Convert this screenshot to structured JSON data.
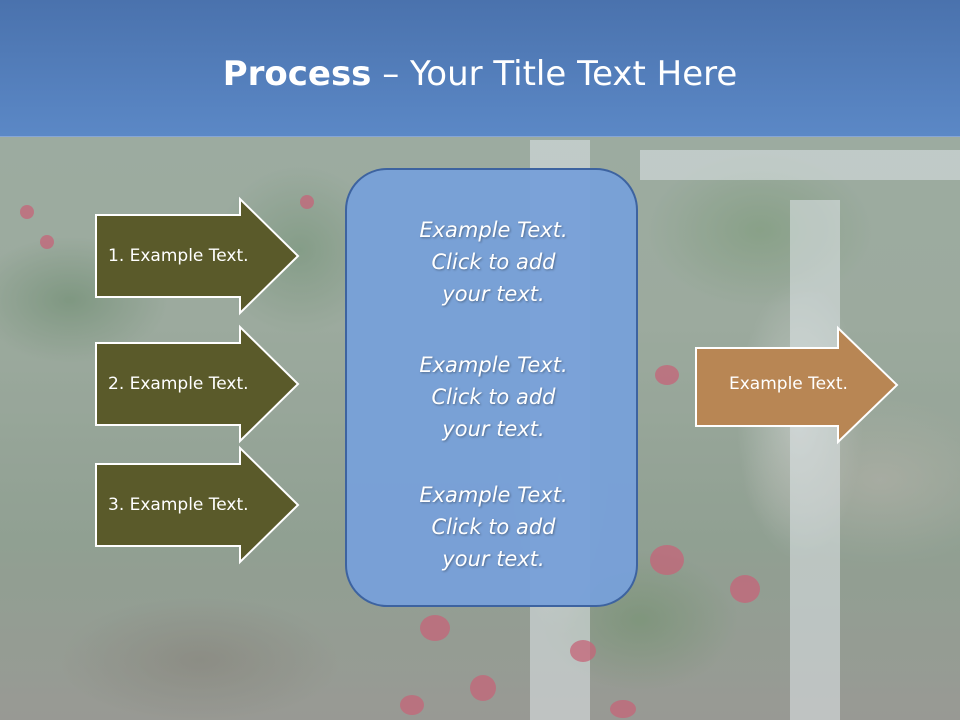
{
  "title": {
    "bold": "Process",
    "rest": " – Your Title Text Here"
  },
  "left_arrows": [
    {
      "label": "1. Example Text."
    },
    {
      "label": "2. Example Text."
    },
    {
      "label": "3. Example Text."
    }
  ],
  "center_box": {
    "blocks": [
      {
        "line1": "Example Text.",
        "line2": "Click  to add",
        "line3": "your text."
      },
      {
        "line1": "Example Text.",
        "line2": "Click  to add",
        "line3": "your text."
      },
      {
        "line1": "Example Text.",
        "line2": "Click  to add",
        "line3": "your text."
      }
    ]
  },
  "right_arrow": {
    "label": "Example Text."
  },
  "colors": {
    "title_bar": "#5b88c6",
    "left_arrow_fill": "#5a5a2a",
    "center_box_fill": "#78a0d8",
    "right_arrow_fill": "#b88654"
  }
}
